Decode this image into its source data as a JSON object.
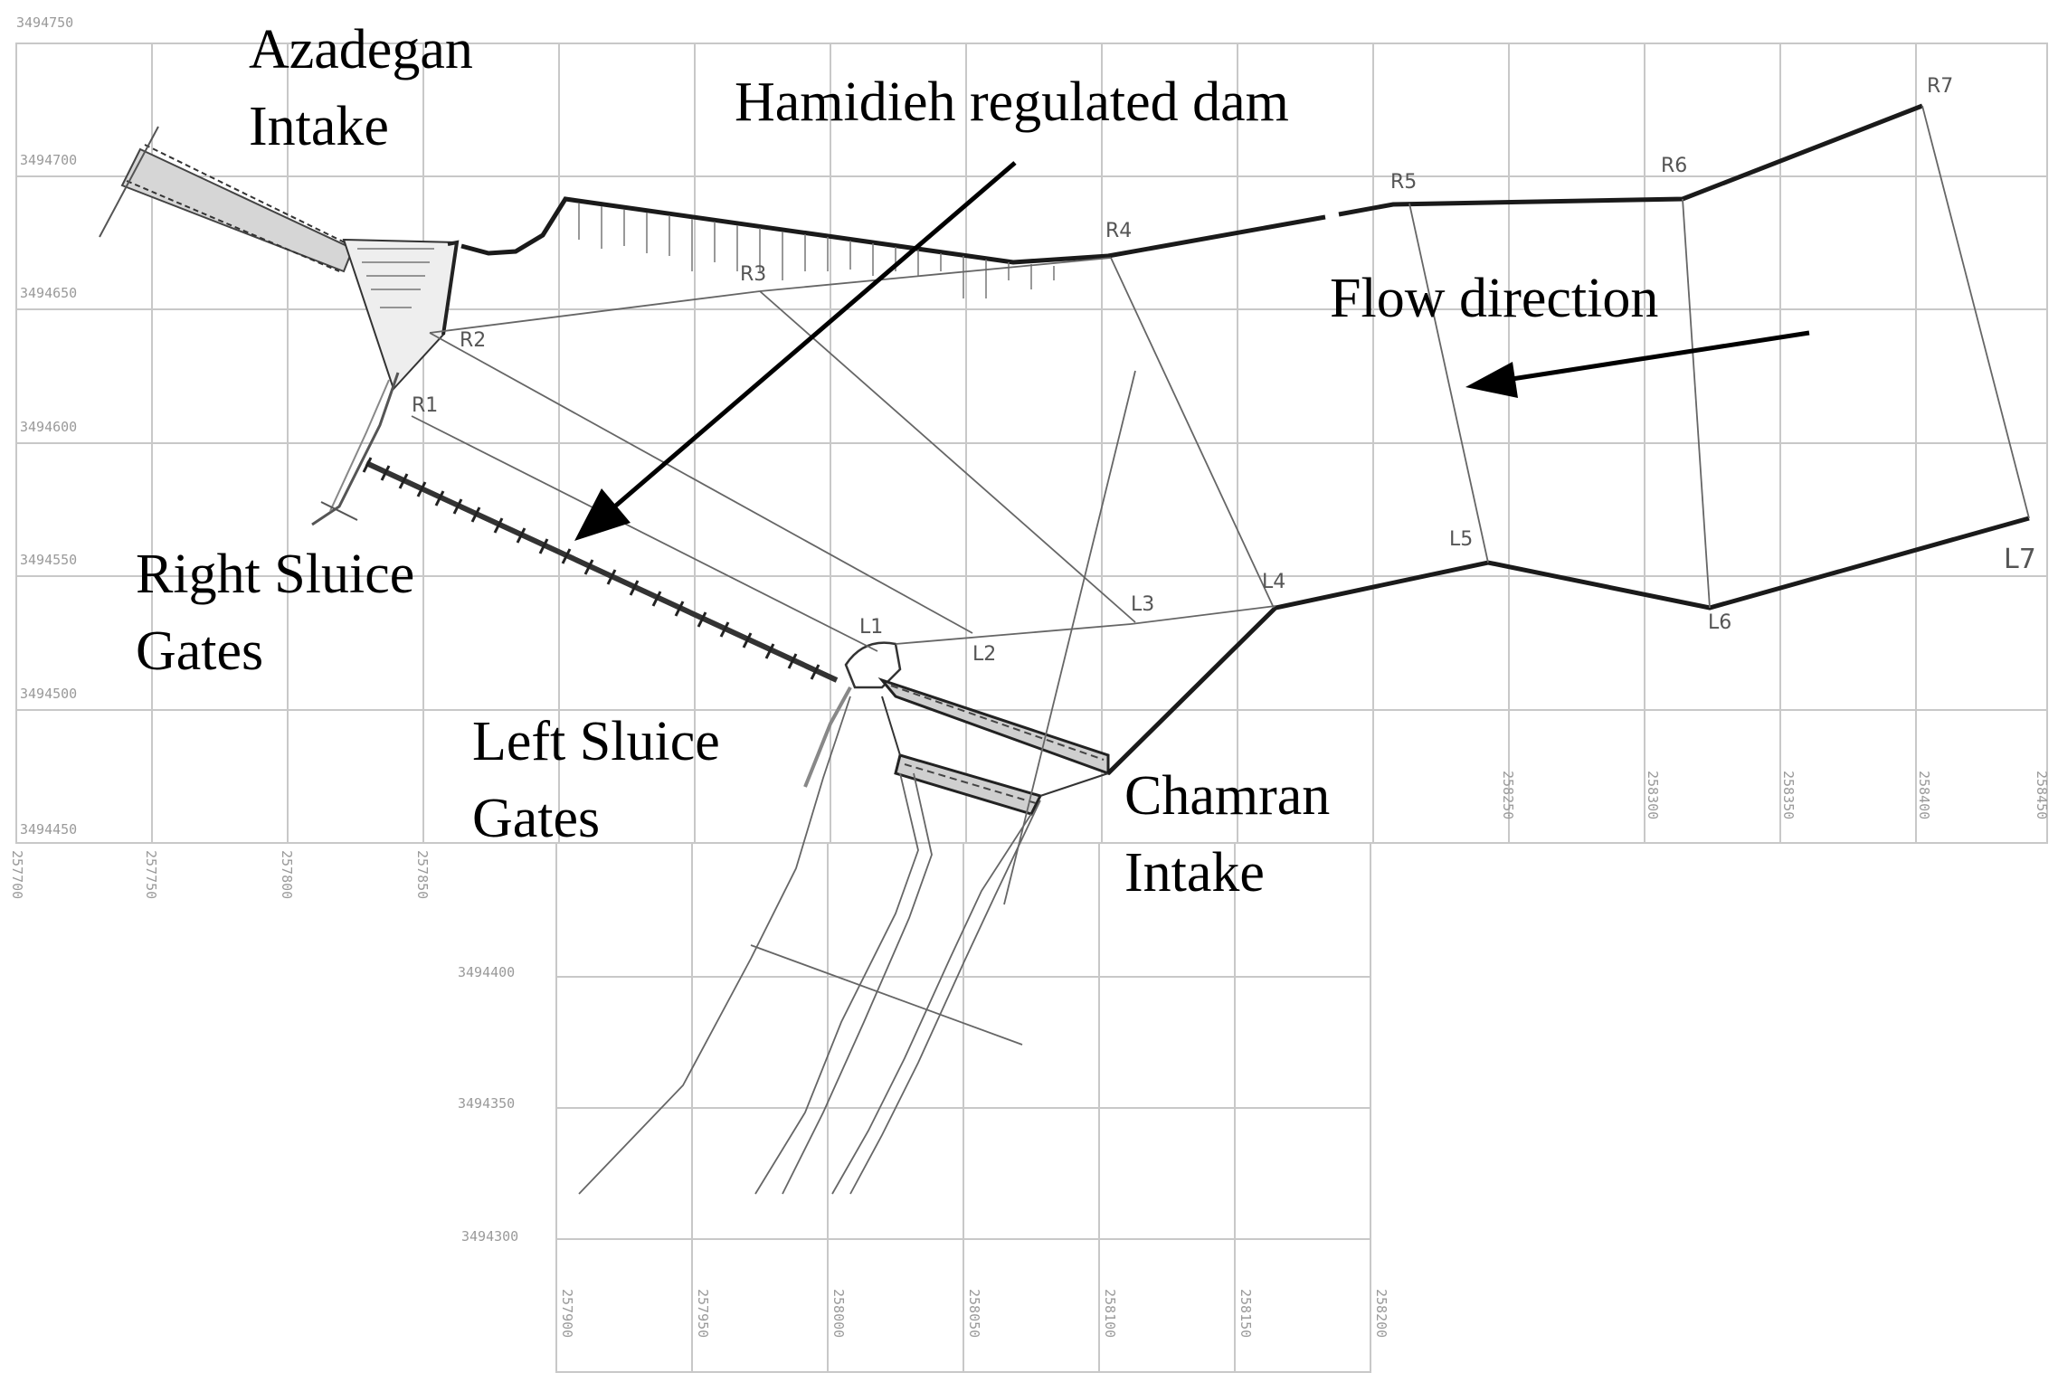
{
  "labels": {
    "azadegan_1": "Azadegan",
    "azadegan_2": "Intake",
    "hamidieh": "Hamidieh regulated dam",
    "flow": "Flow direction",
    "right_sluice_1": "Right Sluice",
    "right_sluice_2": "Gates",
    "left_sluice_1": "Left Sluice",
    "left_sluice_2": "Gates",
    "chamran_1": "Chamran",
    "chamran_2": "Intake"
  },
  "sections": {
    "R1": "R1",
    "R2": "R2",
    "R3": "R3",
    "R4": "R4",
    "R5": "R5",
    "R6": "R6",
    "R7": "R7",
    "L1": "L1",
    "L2": "L2",
    "L3": "L3",
    "L4": "L4",
    "L5": "L5",
    "L6": "L6",
    "L7": "L7"
  },
  "northing": {
    "n750": "3494750",
    "n700": "3494700",
    "n650": "3494650",
    "n600": "3494600",
    "n550": "3494550",
    "n500": "3494500",
    "n450": "3494450",
    "n400": "3494400",
    "n350": "3494350",
    "n300": "3494300"
  },
  "easting_top": {
    "e700": "257700",
    "e750": "257750",
    "e800": "257800",
    "e850": "257850",
    "e8250": "258250",
    "e8300": "258300",
    "e8350": "258350",
    "e8400": "258400",
    "e8450": "258450"
  },
  "easting_bottom": {
    "e900": "257900",
    "e950": "257950",
    "e000": "258000",
    "e050": "258050",
    "e100": "258100",
    "e150": "258150",
    "e200": "258200"
  },
  "colors": {
    "bank": "#1a1a1a",
    "grid": "#c8c8c8",
    "coord": "#9a9a9a"
  }
}
